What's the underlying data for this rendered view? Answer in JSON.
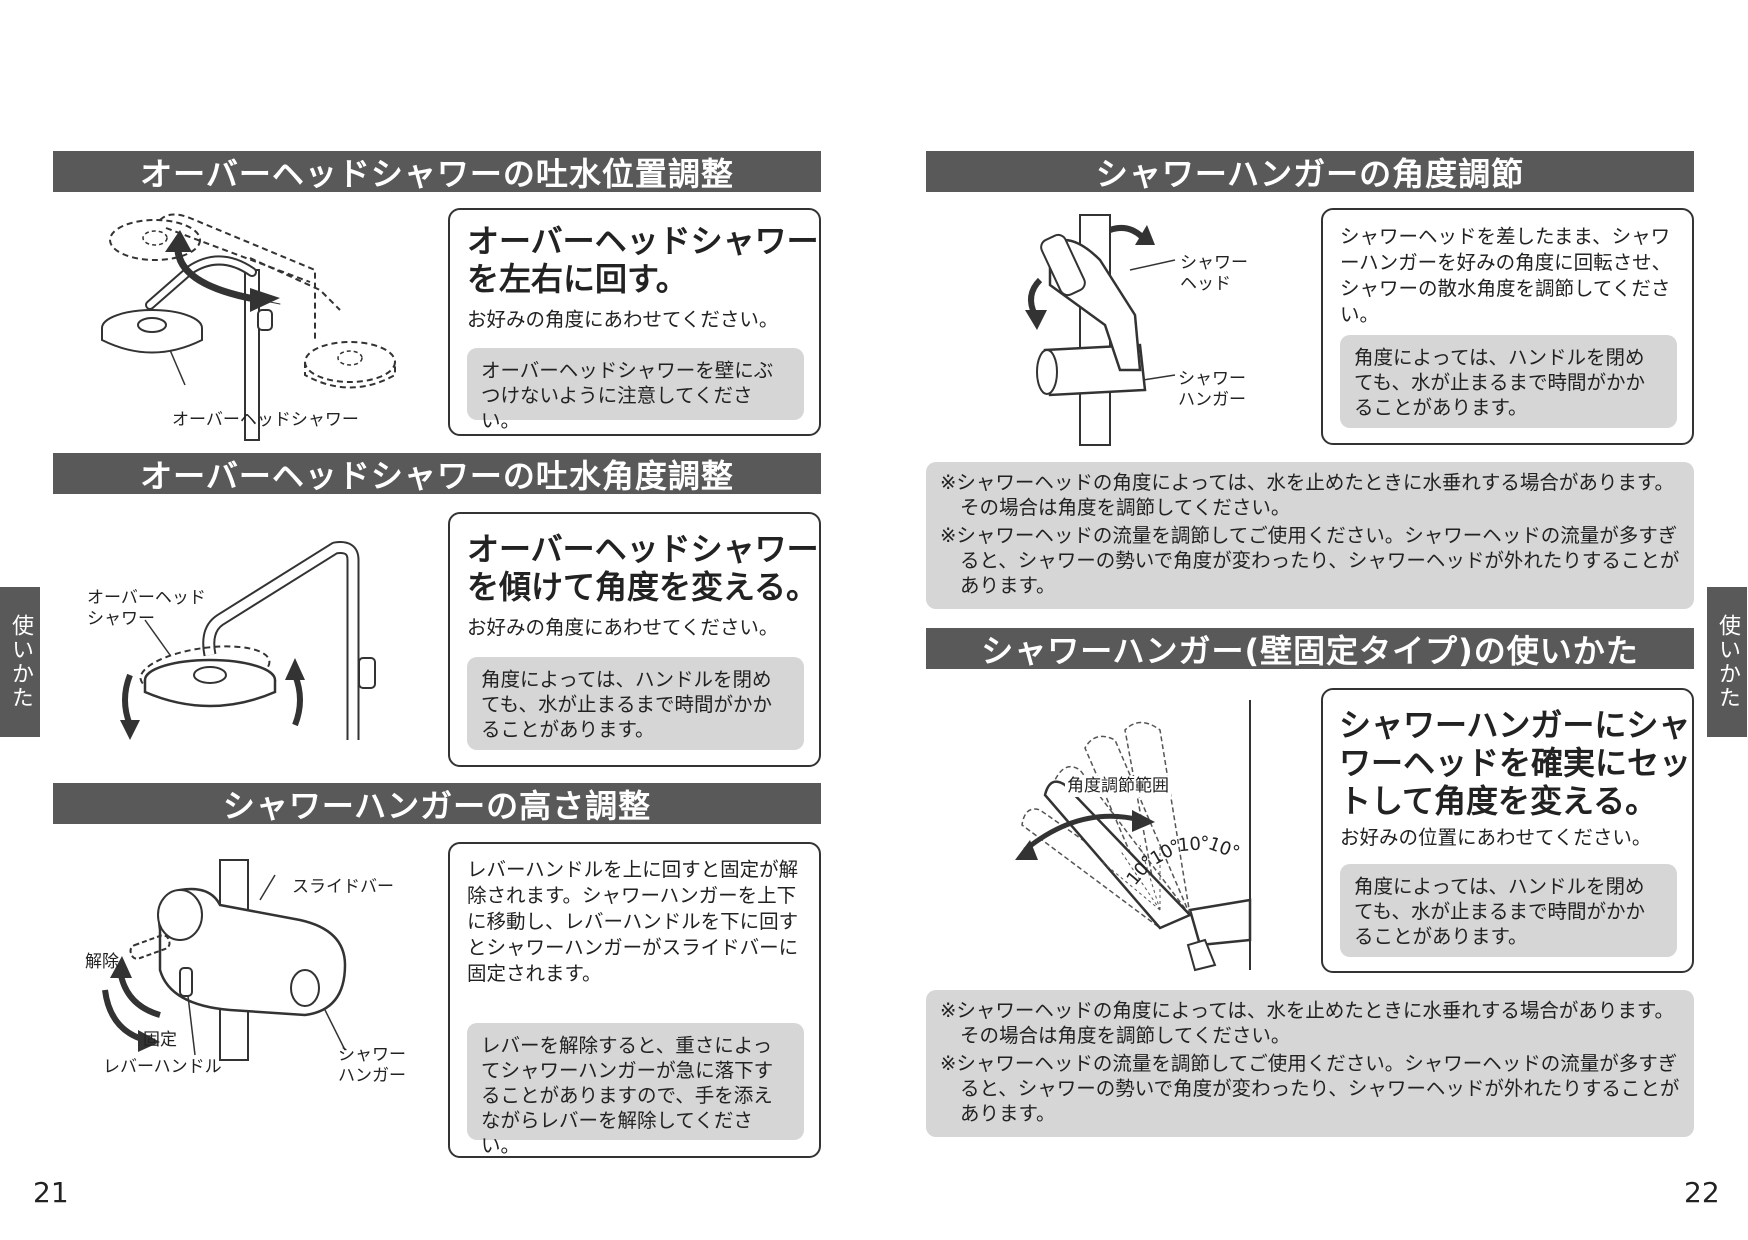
{
  "left_page": {
    "page_number": "21",
    "side_tab": "使いかた",
    "section1": {
      "title": "オーバーヘッドシャワーの吐水位置調整",
      "heading": [
        "オーバーヘッドシャワー",
        "を左右に回す。"
      ],
      "text": "お好みの角度にあわせてください。",
      "note": "オーバーヘッドシャワーを壁にぶつけないように注意してください。",
      "illustration_label": "オーバーヘッドシャワー"
    },
    "section2": {
      "title": "オーバーヘッドシャワーの吐水角度調整",
      "heading": [
        "オーバーヘッドシャワー",
        "を傾けて角度を変える。"
      ],
      "text": "お好みの角度にあわせてください。",
      "note": "角度によっては、ハンドルを閉めても、水が止まるまで時間がかかることがあります。",
      "illustration_label": [
        "オーバーヘッド",
        "シャワー"
      ]
    },
    "section3": {
      "title": "シャワーハンガーの高さ調整",
      "text": "レバーハンドルを上に回すと固定が解除されます。シャワーハンガーを上下に移動し、レバーハンドルを下に回すとシャワーハンガーがスライドバーに固定されます。",
      "note": "レバーを解除すると、重さによってシャワーハンガーが急に落下することがありますので、手を添えながらレバーを解除してください。",
      "labels": {
        "slide_bar": "スライドバー",
        "release": "解除",
        "fix": "固定",
        "lever_handle": "レバーハンドル",
        "hanger": [
          "シャワー",
          "ハンガー"
        ]
      }
    }
  },
  "right_page": {
    "page_number": "22",
    "side_tab": "使いかた",
    "section1": {
      "title": "シャワーハンガーの角度調節",
      "text": "シャワーヘッドを差したまま、シャワーハンガーを好みの角度に回転させ、シャワーの散水角度を調節してください。",
      "note": "角度によっては、ハンドルを閉めても、水が止まるまで時間がかかることがあります。",
      "labels": {
        "head": [
          "シャワー",
          "ヘッド"
        ],
        "hanger": [
          "シャワー",
          "ハンガー"
        ]
      },
      "warnings": [
        "※シャワーヘッドの角度によっては、水を止めたときに水垂れする場合があります。その場合は角度を調節してください。",
        "※シャワーヘッドの流量を調節してご使用ください。シャワーヘッドの流量が多すぎると、シャワーの勢いで角度が変わったり、シャワーヘッドが外れたりすることがあります。"
      ]
    },
    "section2": {
      "title": "シャワーハンガー(壁固定タイプ)の使いかた",
      "heading": [
        "シャワーハンガーにシャ",
        "ワーヘッドを確実にセッ",
        "トして角度を変える。"
      ],
      "text": "お好みの位置にあわせてください。",
      "note": "角度によっては、ハンドルを閉めても、水が止まるまで時間がかかることがあります。",
      "labels": {
        "range": "角度調節範囲",
        "angles": [
          "10°",
          "10°",
          "10°",
          "10°"
        ]
      },
      "warnings": [
        "※シャワーヘッドの角度によっては、水を止めたときに水垂れする場合があります。その場合は角度を調節してください。",
        "※シャワーヘッドの流量を調節してご使用ください。シャワーヘッドの流量が多すぎると、シャワーの勢いで角度が変わったり、シャワーヘッドが外れたりすることがあります。"
      ]
    }
  }
}
